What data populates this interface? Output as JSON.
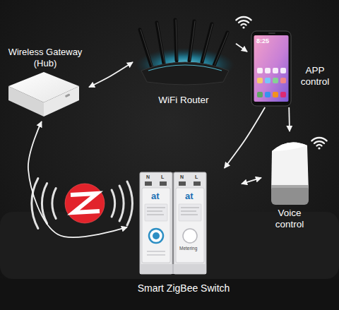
{
  "diagram": {
    "nodes": [
      {
        "text": [
          "Wireless Gateway (Hub)"
        ]
      },
      {
        "text": [
          "WiFi Router"
        ]
      },
      {
        "text": [
          "APP control"
        ]
      },
      {
        "text": [
          "Voice control"
        ]
      },
      {
        "text": [
          "Smart ZigBee Switch"
        ]
      }
    ],
    "edges": [
      {
        "from": 0,
        "to": 1,
        "arrow": "both"
      },
      {
        "from": 1,
        "to": 2,
        "arrow": "to"
      },
      {
        "from": 2,
        "to": 4,
        "arrow": "to"
      },
      {
        "from": 2,
        "to": 3,
        "arrow": "to"
      },
      {
        "from": 3,
        "to": 4,
        "arrow": "both"
      },
      {
        "from": 0,
        "to": 4,
        "arrow": "both"
      }
    ],
    "labels": [
      "8:25",
      "N",
      "L",
      "N",
      "L",
      "at",
      "at",
      "Metering"
    ]
  }
}
